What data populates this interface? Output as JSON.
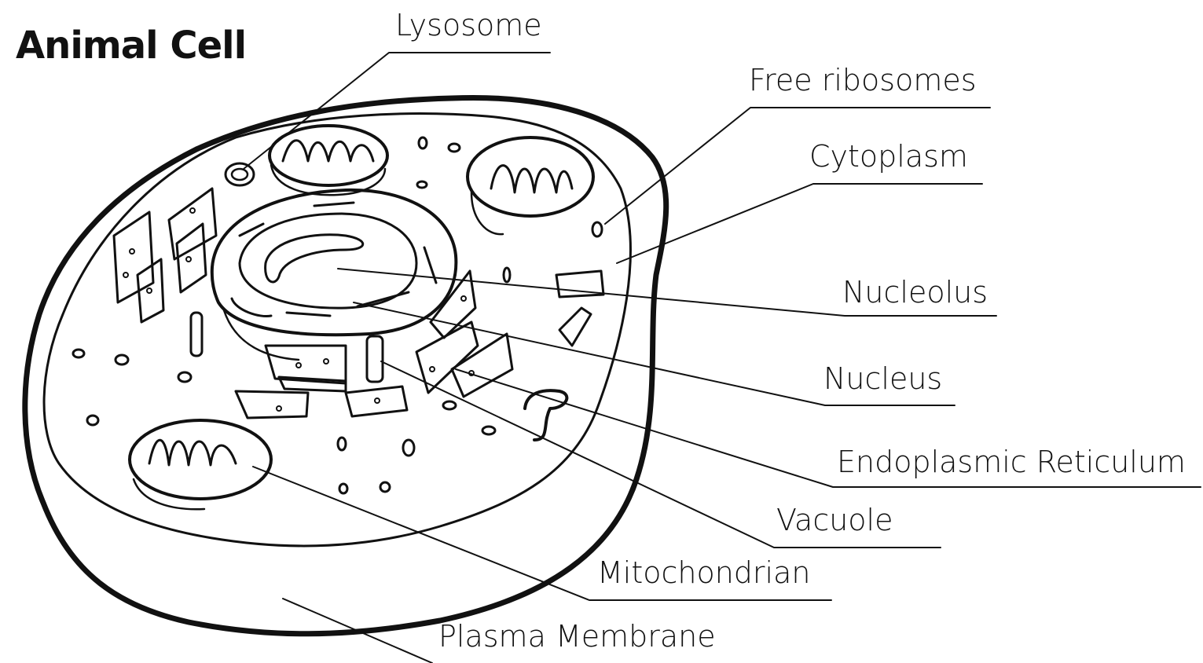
{
  "diagram": {
    "title": "Animal Cell",
    "labels": {
      "lysosome": "Lysosome",
      "free_ribosomes": "Free ribosomes",
      "cytoplasm": "Cytoplasm",
      "nucleolus": "Nucleolus",
      "nucleus": "Nucleus",
      "endoplasmic_reticulum": "Endoplasmic Reticulum",
      "vacuole": "Vacuole",
      "mitochondrian": "Mitochondrian",
      "plasma_membrane": "Plasma Membrane"
    },
    "colors": {
      "ink": "#111111",
      "background": "#ffffff"
    }
  }
}
